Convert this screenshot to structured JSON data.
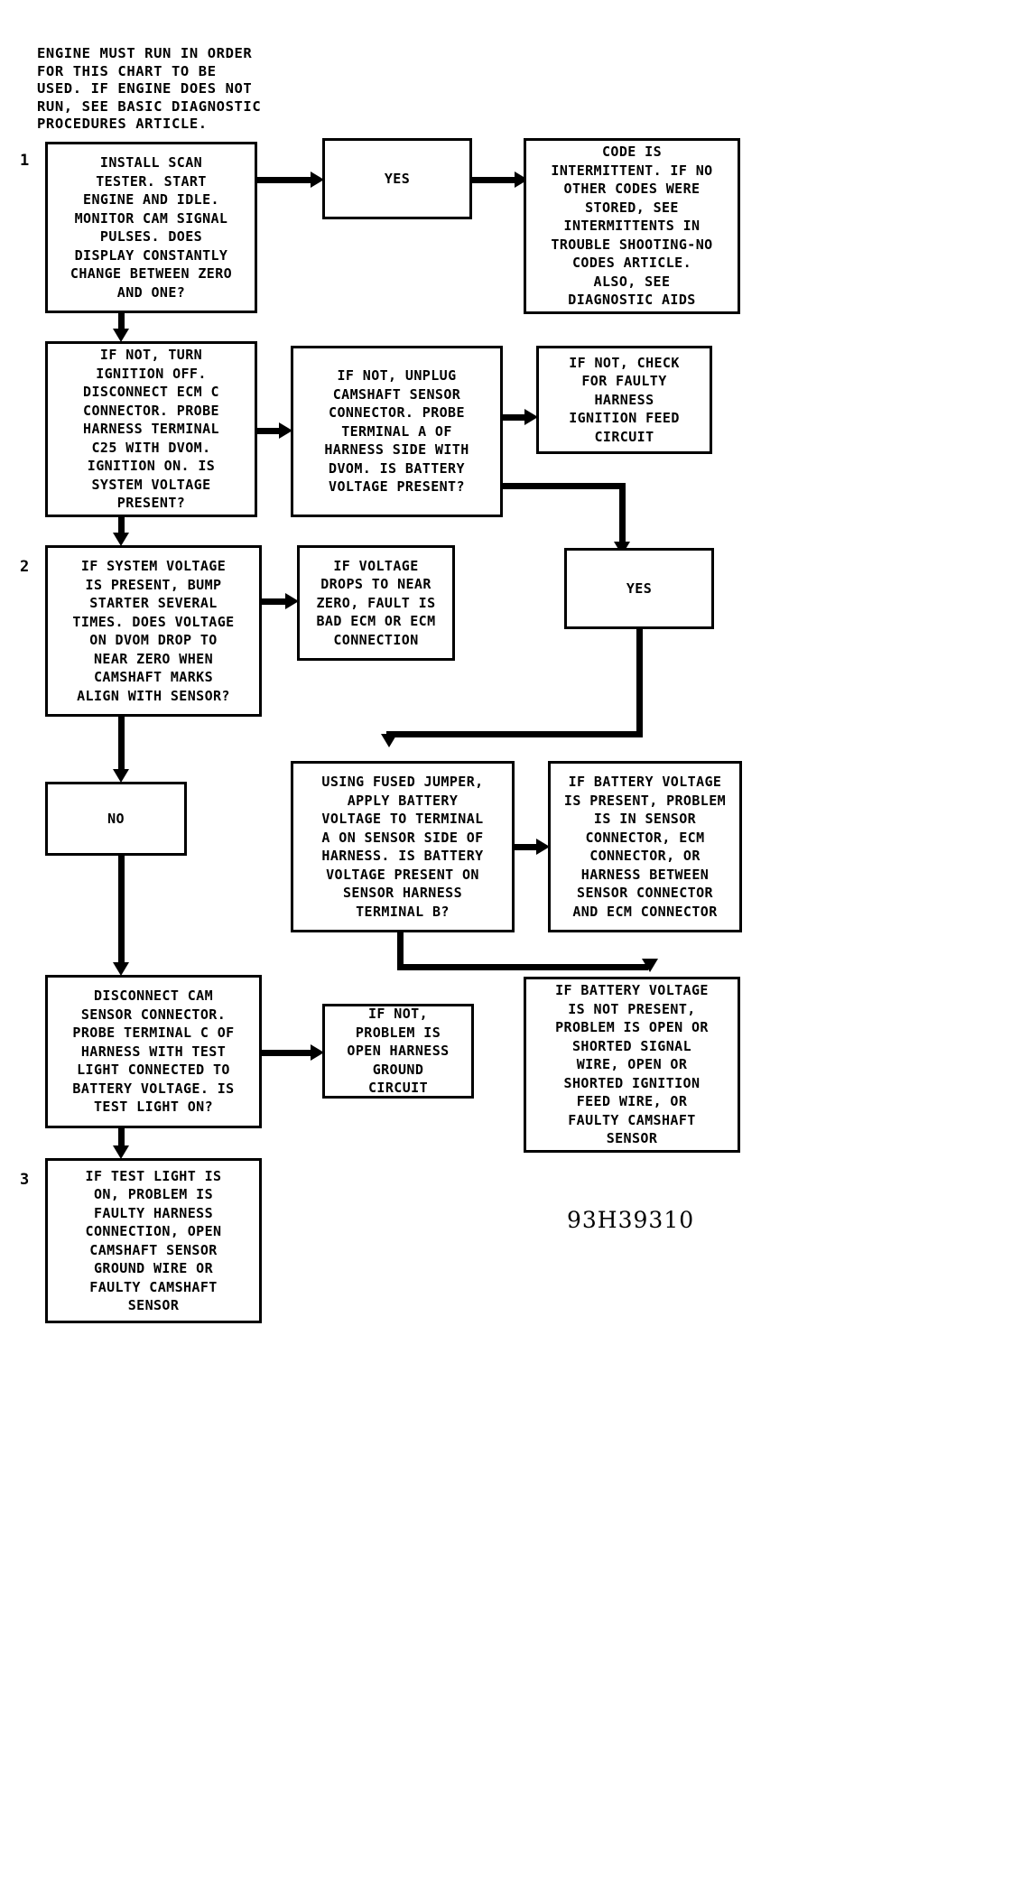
{
  "diagram": {
    "title_note": "ENGINE MUST RUN IN ORDER\nFOR THIS CHART TO BE\nUSED. IF ENGINE DOES NOT\nRUN, SEE BASIC DIAGNOSTIC\nPROCEDURES ARTICLE.",
    "figure_code": "93H39310",
    "ink_color": "#000000",
    "background_color": "#ffffff",
    "markers": [
      {
        "id": "m1",
        "label": "1"
      },
      {
        "id": "m2",
        "label": "2"
      },
      {
        "id": "m3",
        "label": "3"
      }
    ],
    "nodes": [
      {
        "id": "n1",
        "name": "install-scan-tester",
        "text": "INSTALL SCAN\nTESTER. START\nENGINE AND IDLE.\nMONITOR CAM SIGNAL\nPULSES. DOES\nDISPLAY CONSTANTLY\nCHANGE BETWEEN ZERO\nAND ONE?"
      },
      {
        "id": "n2",
        "name": "yes-top",
        "text": "YES"
      },
      {
        "id": "n3",
        "name": "code-is-intermittent",
        "text": "CODE IS\nINTERMITTENT. IF NO\nOTHER CODES WERE\nSTORED, SEE\nINTERMITTENTS IN\nTROUBLE SHOOTING-NO\nCODES ARTICLE.\nALSO, SEE\nDIAGNOSTIC AIDS"
      },
      {
        "id": "n4",
        "name": "probe-harness-terminal-c25",
        "text": "IF NOT, TURN\nIGNITION OFF.\nDISCONNECT ECM C\nCONNECTOR. PROBE\nHARNESS TERMINAL\nC25 WITH DVOM.\nIGNITION ON. IS\nSYSTEM VOLTAGE\nPRESENT?"
      },
      {
        "id": "n5",
        "name": "unplug-camshaft-sensor-connector",
        "text": "IF NOT, UNPLUG\nCAMSHAFT SENSOR\nCONNECTOR. PROBE\nTERMINAL A OF\nHARNESS SIDE WITH\nDVOM. IS BATTERY\nVOLTAGE PRESENT?"
      },
      {
        "id": "n6",
        "name": "check-faulty-harness-ignition-feed",
        "text": "IF NOT, CHECK\nFOR FAULTY\nHARNESS\nIGNITION FEED\nCIRCUIT"
      },
      {
        "id": "n7",
        "name": "bump-starter-several-times",
        "text": "IF SYSTEM VOLTAGE\nIS PRESENT, BUMP\nSTARTER SEVERAL\nTIMES. DOES VOLTAGE\nON DVOM DROP TO\nNEAR ZERO WHEN\nCAMSHAFT MARKS\nALIGN WITH SENSOR?"
      },
      {
        "id": "n8",
        "name": "bad-ecm-or-ecm-connection",
        "text": "IF VOLTAGE\nDROPS TO NEAR\nZERO, FAULT IS\nBAD ECM OR ECM\nCONNECTION"
      },
      {
        "id": "n9",
        "name": "yes-middle",
        "text": "YES"
      },
      {
        "id": "n10",
        "name": "no-middle",
        "text": "NO"
      },
      {
        "id": "n11",
        "name": "fused-jumper-apply-battery-voltage",
        "text": "USING FUSED JUMPER,\nAPPLY BATTERY\nVOLTAGE TO TERMINAL\nA ON SENSOR SIDE OF\nHARNESS. IS BATTERY\nVOLTAGE PRESENT ON\nSENSOR HARNESS\nTERMINAL B?"
      },
      {
        "id": "n12",
        "name": "battery-voltage-present-problem",
        "text": "IF BATTERY VOLTAGE\nIS PRESENT, PROBLEM\nIS IN SENSOR\nCONNECTOR, ECM\nCONNECTOR, OR\nHARNESS BETWEEN\nSENSOR CONNECTOR\nAND ECM CONNECTOR"
      },
      {
        "id": "n13",
        "name": "disconnect-cam-sensor-connector",
        "text": "DISCONNECT CAM\nSENSOR CONNECTOR.\nPROBE TERMINAL C OF\nHARNESS WITH TEST\nLIGHT CONNECTED TO\nBATTERY VOLTAGE. IS\nTEST LIGHT ON?"
      },
      {
        "id": "n14",
        "name": "open-harness-ground-circuit",
        "text": "IF NOT,\nPROBLEM IS\nOPEN HARNESS\nGROUND\nCIRCUIT"
      },
      {
        "id": "n15",
        "name": "battery-voltage-not-present-problem",
        "text": "IF BATTERY VOLTAGE\nIS NOT PRESENT,\nPROBLEM IS OPEN OR\nSHORTED SIGNAL\nWIRE, OPEN OR\nSHORTED IGNITION\nFEED WIRE, OR\nFAULTY CAMSHAFT\nSENSOR"
      },
      {
        "id": "n16",
        "name": "test-light-on-faulty-harness",
        "text": "IF TEST LIGHT IS\nON, PROBLEM IS\nFAULTY HARNESS\nCONNECTION, OPEN\nCAMSHAFT SENSOR\nGROUND WIRE OR\nFAULTY CAMSHAFT\nSENSOR"
      }
    ]
  }
}
